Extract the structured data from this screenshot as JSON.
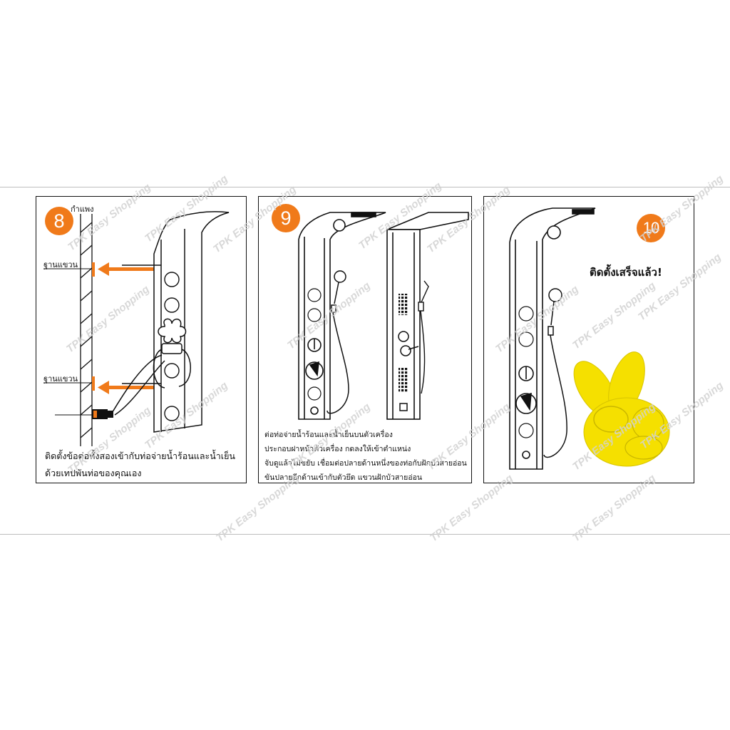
{
  "watermark": "TPK Easy Shopping",
  "colors": {
    "accent": "#f07a1a",
    "hand": "#f5e000",
    "line": "#111111"
  },
  "step8": {
    "number": "8",
    "wall_label": "กำแพง",
    "bracket_label_top": "ฐานแขวน",
    "bracket_label_bottom": "ฐานแขวน",
    "caption_line1": "ติดตั้งข้อต่อทั้งสองเข้ากับท่อจ่ายน้ำร้อนและน้ำเย็น",
    "caption_line2": "ด้วยเทปพันท่อของคุณเอง"
  },
  "step9": {
    "number": "9",
    "caption_line1": "ต่อท่อจ่ายน้ำร้อนและน้ำเย็นบนตัวเครื่อง",
    "caption_line2": "ประกอบฝาหน้าตัวเครื่อง  กดลงให้เข้าตำแหน่ง",
    "caption_line3": "จับดูแล้วไม่ขยับ   เชื่อมต่อปลายด้านหนึ่งของท่อกับฝักบัวสายอ่อน",
    "caption_line4": "ขันปลายอีกด้านเข้ากับตัวยึด  แขวนฝักบัวสายอ่อน"
  },
  "step10": {
    "number": "10",
    "done_text": "ติดตั้งเสร็จแล้ว!"
  }
}
